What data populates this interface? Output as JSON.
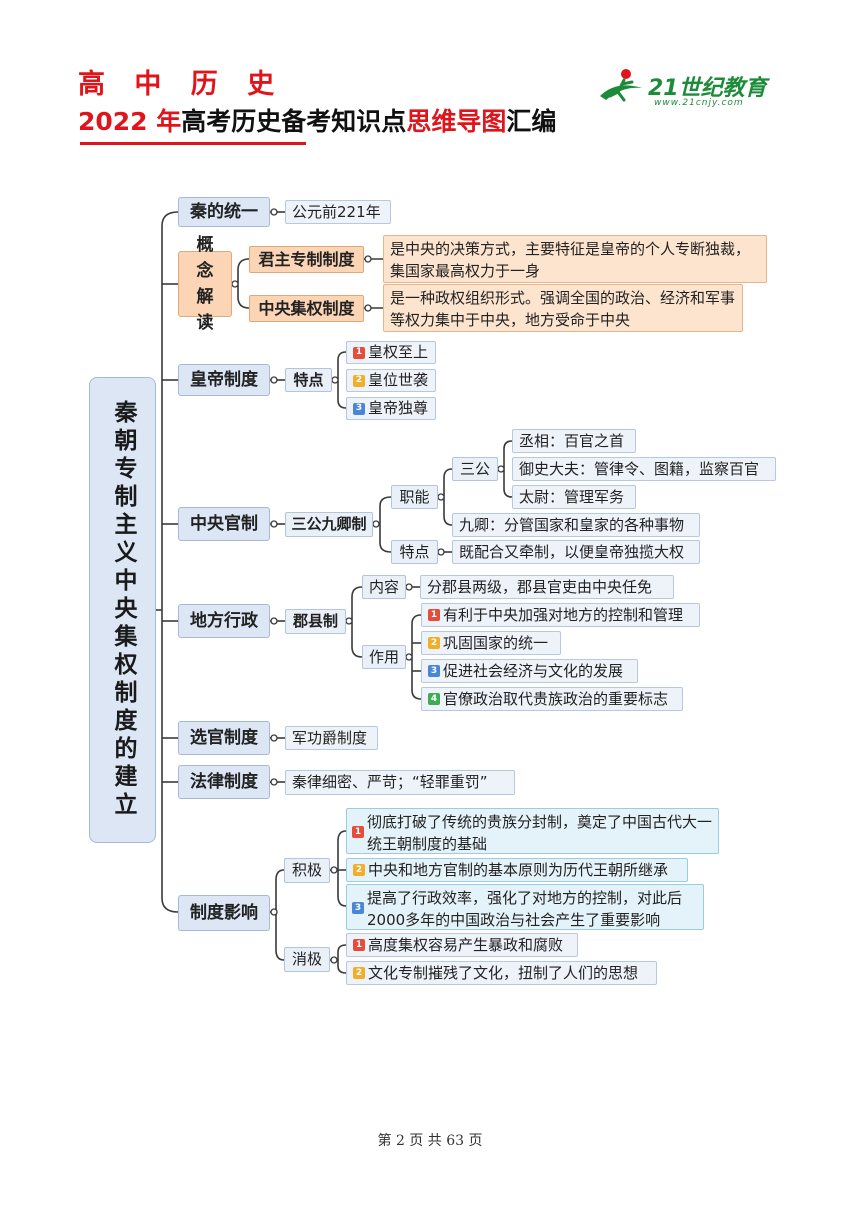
{
  "header": {
    "line1": "高 中 历 史",
    "line2_prefix": "2022 年",
    "line2_black1": "高考历史备考知识点",
    "line2_red": "思维导图",
    "line2_black2": "汇编"
  },
  "logo": {
    "text": "21世纪教育",
    "sub": "www.21cnjy.com",
    "icon": "running-person-logo-icon"
  },
  "colors": {
    "accent": "#e0141b",
    "node_blue": "#dce6f4",
    "node_orange": "#fbd5b5",
    "logo_green": "#1c8c3a"
  },
  "mindmap": {
    "root": "秦朝专制主义中央集权制度的建立",
    "unify": {
      "title": "秦的统一",
      "leaf": "公元前221年"
    },
    "concept": {
      "title": "概念解读",
      "monarchy": {
        "title": "君主专制制度",
        "desc": "是中央的决策方式，主要特征是皇帝的个人专断独裁，集国家最高权力于一身"
      },
      "central": {
        "title": "中央集权制度",
        "desc": "是一种政权组织形式。强调全国的政治、经济和军事等权力集中于中央，地方受命于中央"
      }
    },
    "emperor": {
      "title": "皇帝制度",
      "feature": "特点",
      "items": [
        {
          "badge": "1",
          "text": "皇权至上"
        },
        {
          "badge": "2",
          "text": "皇位世袭"
        },
        {
          "badge": "3",
          "text": "皇帝独尊"
        }
      ]
    },
    "central_officials": {
      "title": "中央官制",
      "system": "三公九卿制",
      "duty": "职能",
      "sangong": "三公",
      "sangong_items": [
        "丞相：百官之首",
        "御史大夫：管律令、图籍，监察百官",
        "太尉：管理军务"
      ],
      "jiuqing": "九卿：分管国家和皇家的各种事物",
      "feature": "特点",
      "feature_text": "既配合又牵制，以便皇帝独揽大权"
    },
    "local": {
      "title": "地方行政",
      "system": "郡县制",
      "content": "内容",
      "content_text": "分郡县两级，郡县官吏由中央任免",
      "role": "作用",
      "role_items": [
        {
          "badge": "1",
          "text": "有利于中央加强对地方的控制和管理"
        },
        {
          "badge": "2",
          "text": "巩固国家的统一"
        },
        {
          "badge": "3",
          "text": "促进社会经济与文化的发展"
        },
        {
          "badge": "4",
          "text": "官僚政治取代贵族政治的重要标志"
        }
      ]
    },
    "selection": {
      "title": "选官制度",
      "leaf": "军功爵制度"
    },
    "law": {
      "title": "法律制度",
      "leaf": "秦律细密、严苛；“轻罪重罚”"
    },
    "influence": {
      "title": "制度影响",
      "positive": "积极",
      "positive_items": [
        {
          "badge": "1",
          "text": "彻底打破了传统的贵族分封制，奠定了中国古代大一统王朝制度的基础"
        },
        {
          "badge": "2",
          "text": "中央和地方官制的基本原则为历代王朝所继承"
        },
        {
          "badge": "3",
          "text": "提高了行政效率，强化了对地方的控制，对此后2000多年的中国政治与社会产生了重要影响"
        }
      ],
      "negative": "消极",
      "negative_items": [
        {
          "badge": "1",
          "text": "高度集权容易产生暴政和腐败"
        },
        {
          "badge": "2",
          "text": "文化专制摧残了文化，扭制了人们的思想"
        }
      ]
    }
  },
  "footer": "第 2 页 共 63 页"
}
